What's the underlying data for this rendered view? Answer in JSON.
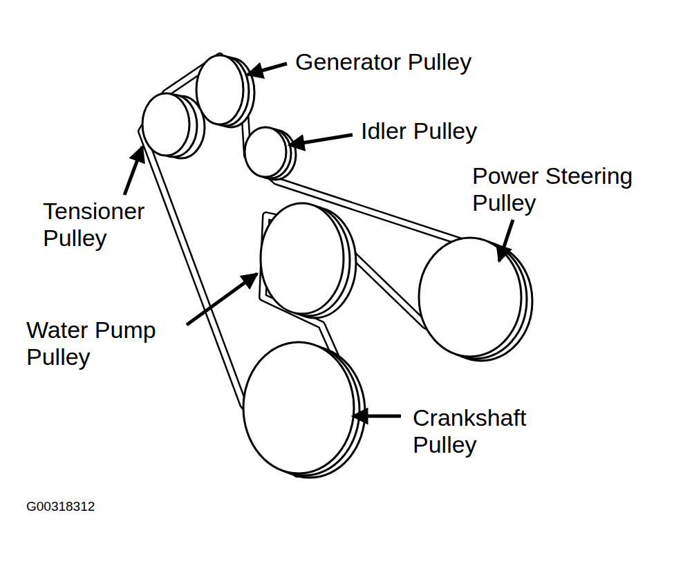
{
  "diagram": {
    "labels": [
      "Generator Pulley",
      "Idler Pulley",
      "Power Steering Pulley",
      "Tensioner Pulley",
      "Water Pump Pulley",
      "Crankshaft Pulley",
      "G00318312"
    ]
  }
}
